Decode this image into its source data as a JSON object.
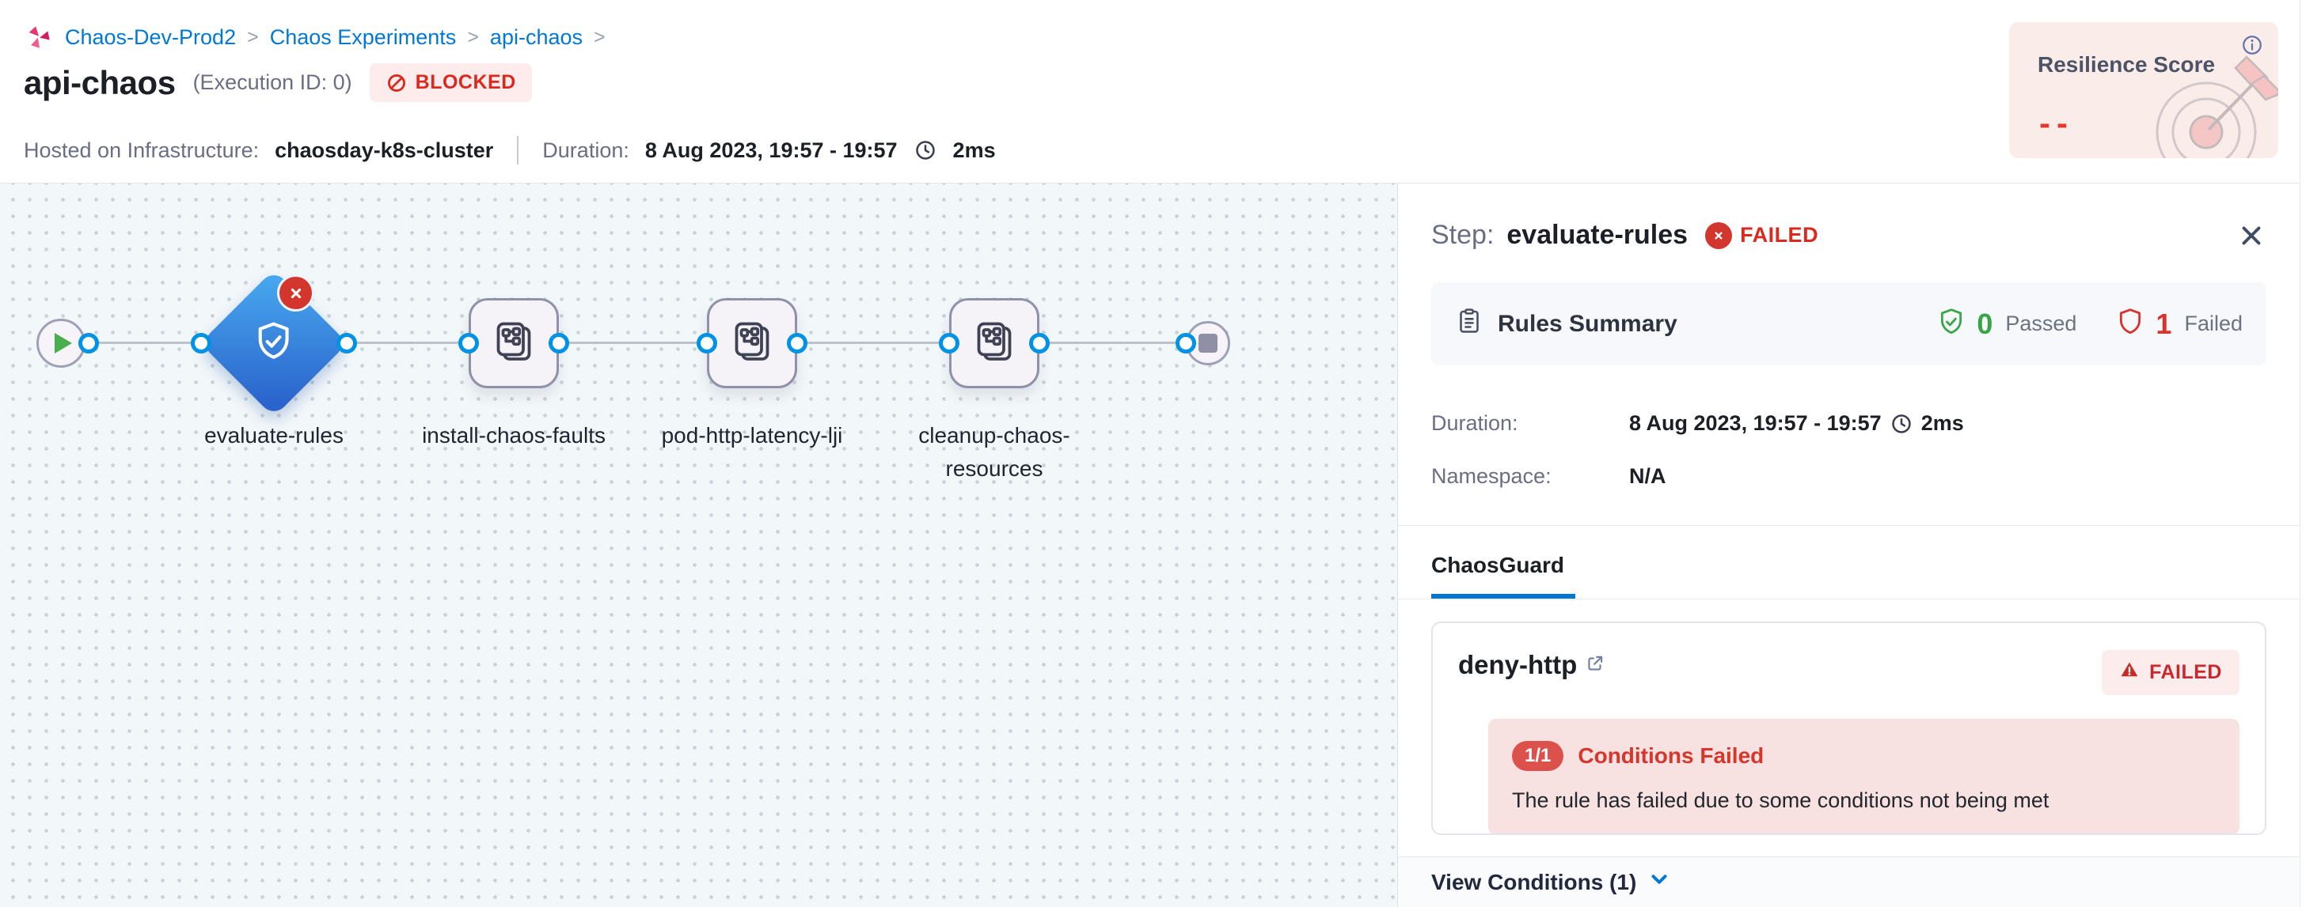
{
  "colors": {
    "accent_blue": "#0278d5",
    "danger_red": "#da291d",
    "success_green": "#37a546",
    "logo_pink": "#e0246c",
    "node_blue_selected": "#2f7fd9"
  },
  "breadcrumb": {
    "separator": ">",
    "items": [
      "Chaos-Dev-Prod2",
      "Chaos Experiments",
      "api-chaos"
    ]
  },
  "header": {
    "title": "api-chaos",
    "execution_id": "(Execution ID: 0)",
    "status_badge": "BLOCKED",
    "infra_label": "Hosted on Infrastructure:",
    "infra_value": "chaosday-k8s-cluster",
    "duration_label": "Duration:",
    "duration_value": "8 Aug 2023, 19:57 - 19:57",
    "duration_elapsed": "2ms",
    "resilience": {
      "title": "Resilience Score",
      "value": "--",
      "info_icon": "info-icon",
      "art": "target-arrow-illustration"
    }
  },
  "pipeline": {
    "node_labels": [
      "evaluate-rules",
      "install-chaos-faults",
      "pod-http-latency-lji",
      "cleanup-chaos-resources"
    ],
    "start_icon": "play-icon",
    "end_icon": "stop-icon",
    "selected_node_icon": "shield-check-icon",
    "step_icon": "steps-script-icon",
    "selected_node_status_icon": "error-x-badge"
  },
  "panel": {
    "step_label": "Step:",
    "step_name": "evaluate-rules",
    "status": "FAILED",
    "close_icon": "close-icon",
    "rules_summary": {
      "title": "Rules Summary",
      "icon": "clipboard-icon",
      "passed_count": "0",
      "passed_label": "Passed",
      "failed_count": "1",
      "failed_label": "Failed"
    },
    "duration_label": "Duration:",
    "duration_value": "8 Aug 2023, 19:57 - 19:57",
    "duration_elapsed": "2ms",
    "namespace_label": "Namespace:",
    "namespace_value": "N/A",
    "tab": "ChaosGuard",
    "rule_card": {
      "name": "deny-http",
      "external_link_icon": "external-link-icon",
      "status": "FAILED",
      "status_icon": "warning-triangle-icon",
      "conditions_ratio": "1/1",
      "conditions_title": "Conditions Failed",
      "conditions_message": "The rule has failed due to some conditions not being met"
    },
    "footer": {
      "view_conditions": "View Conditions (1)",
      "chevron_icon": "chevron-down-icon"
    }
  }
}
